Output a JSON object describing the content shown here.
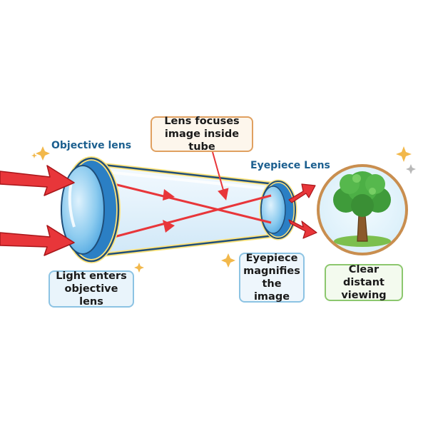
{
  "labels": {
    "objective": "Objective lens",
    "eyepiece": "Eyepiece Lens"
  },
  "callouts": {
    "focus": "Lens focuses\nimage inside tube",
    "light": "Light enters\nobjective lens",
    "eyepiece": "Eyepiece\nmagnifies\nthe image",
    "clear": "Clear distant\nviewing"
  },
  "icons": {
    "sparkles": "sparkle-icon",
    "tree": "tree-icon"
  },
  "colors": {
    "ray": "#e8363a",
    "lens": "#7fc4ec",
    "lens_rim": "#2b7fc4",
    "tube": "#e6f3fb",
    "label_blue": "#1c5f8f",
    "sparkle": "#f2b84b"
  }
}
